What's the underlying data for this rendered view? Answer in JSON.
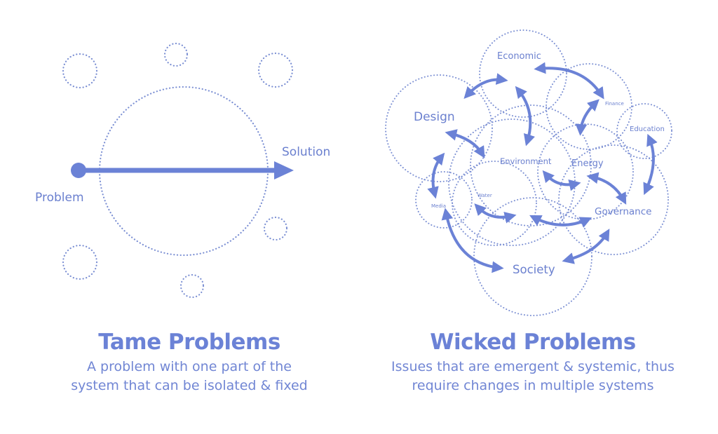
{
  "colors": {
    "accent": "#6b82d6",
    "dotted_stroke": "#7b8fd3",
    "text": "#6b80cf",
    "background": "#ffffff"
  },
  "tame": {
    "title": "Tame Problems",
    "subtitle_line1": "A problem with one part of the",
    "subtitle_line2": "system that can be isolated & fixed",
    "start_label": "Problem",
    "end_label": "Solution"
  },
  "wicked": {
    "title": "Wicked Problems",
    "subtitle_line1": "Issues that are emergent & systemic, thus",
    "subtitle_line2": "require changes in multiple systems",
    "systems": [
      {
        "name": "Economic"
      },
      {
        "name": "Design"
      },
      {
        "name": "Finance"
      },
      {
        "name": "Education"
      },
      {
        "name": "Environment"
      },
      {
        "name": "Energy"
      },
      {
        "name": "Water"
      },
      {
        "name": "Media"
      },
      {
        "name": "Governance"
      },
      {
        "name": "Society"
      }
    ]
  }
}
